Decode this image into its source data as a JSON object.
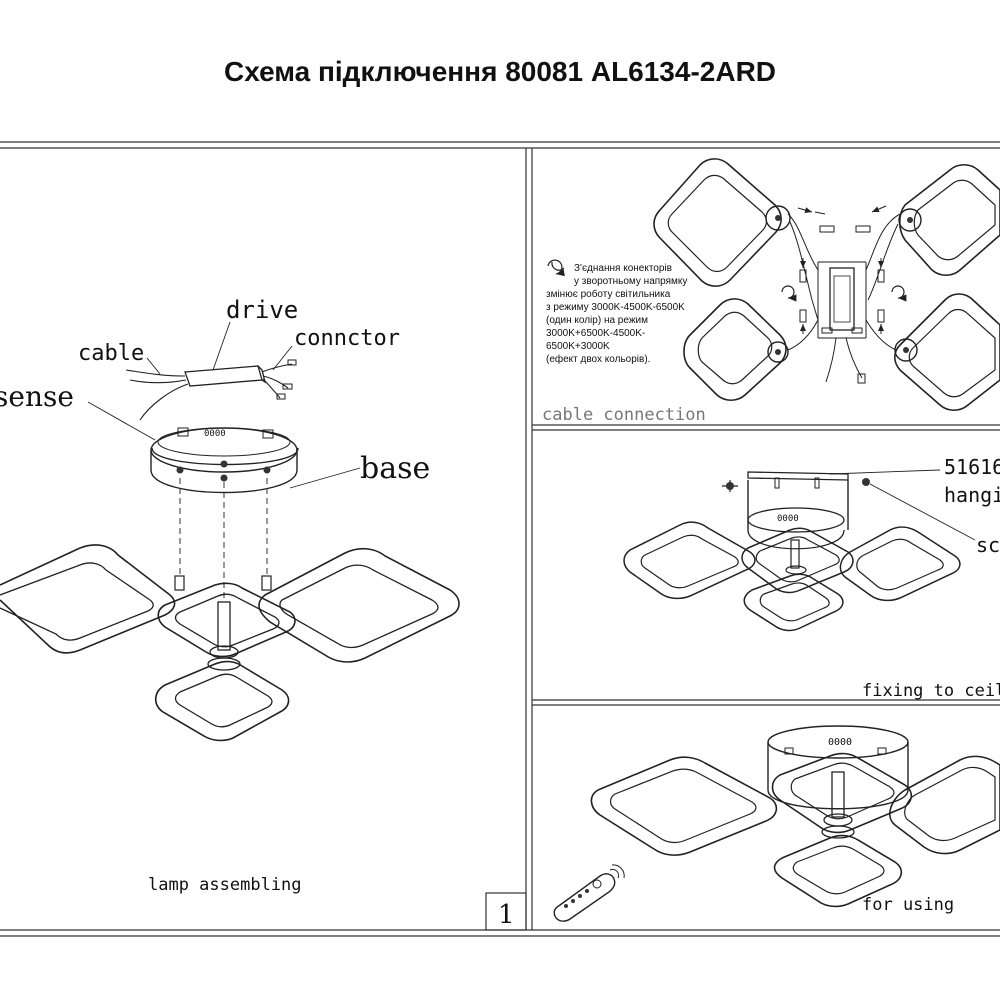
{
  "title": "Схема підключення 80081 AL6134-2ARD",
  "panel_left": {
    "labels": {
      "drive": "drive",
      "connector": "connctor",
      "cable": "cable",
      "sense": "sense",
      "base": "base",
      "led": "0000"
    },
    "caption": "lamp assembling"
  },
  "page_number": "1",
  "panel_cable": {
    "note_lines": [
      "З'єднання конекторів",
      "у зворотньому напрямку",
      "змінює роботу світильника",
      "з режиму 3000K-4500K-6500K",
      "(один колір) на режим",
      "3000K+6500K-4500K-",
      "6500K+3000K",
      "(ефект двох кольорів)."
    ],
    "caption": "cable connection"
  },
  "panel_fixing": {
    "labels": {
      "part": "51616",
      "hanging": "hangi",
      "screw": "sc",
      "led": "0000"
    },
    "caption": "fixing to ceil"
  },
  "panel_using": {
    "led": "0000",
    "caption": "for using"
  },
  "icons": [
    "rotate-arrows-icon",
    "remote-control-icon"
  ]
}
